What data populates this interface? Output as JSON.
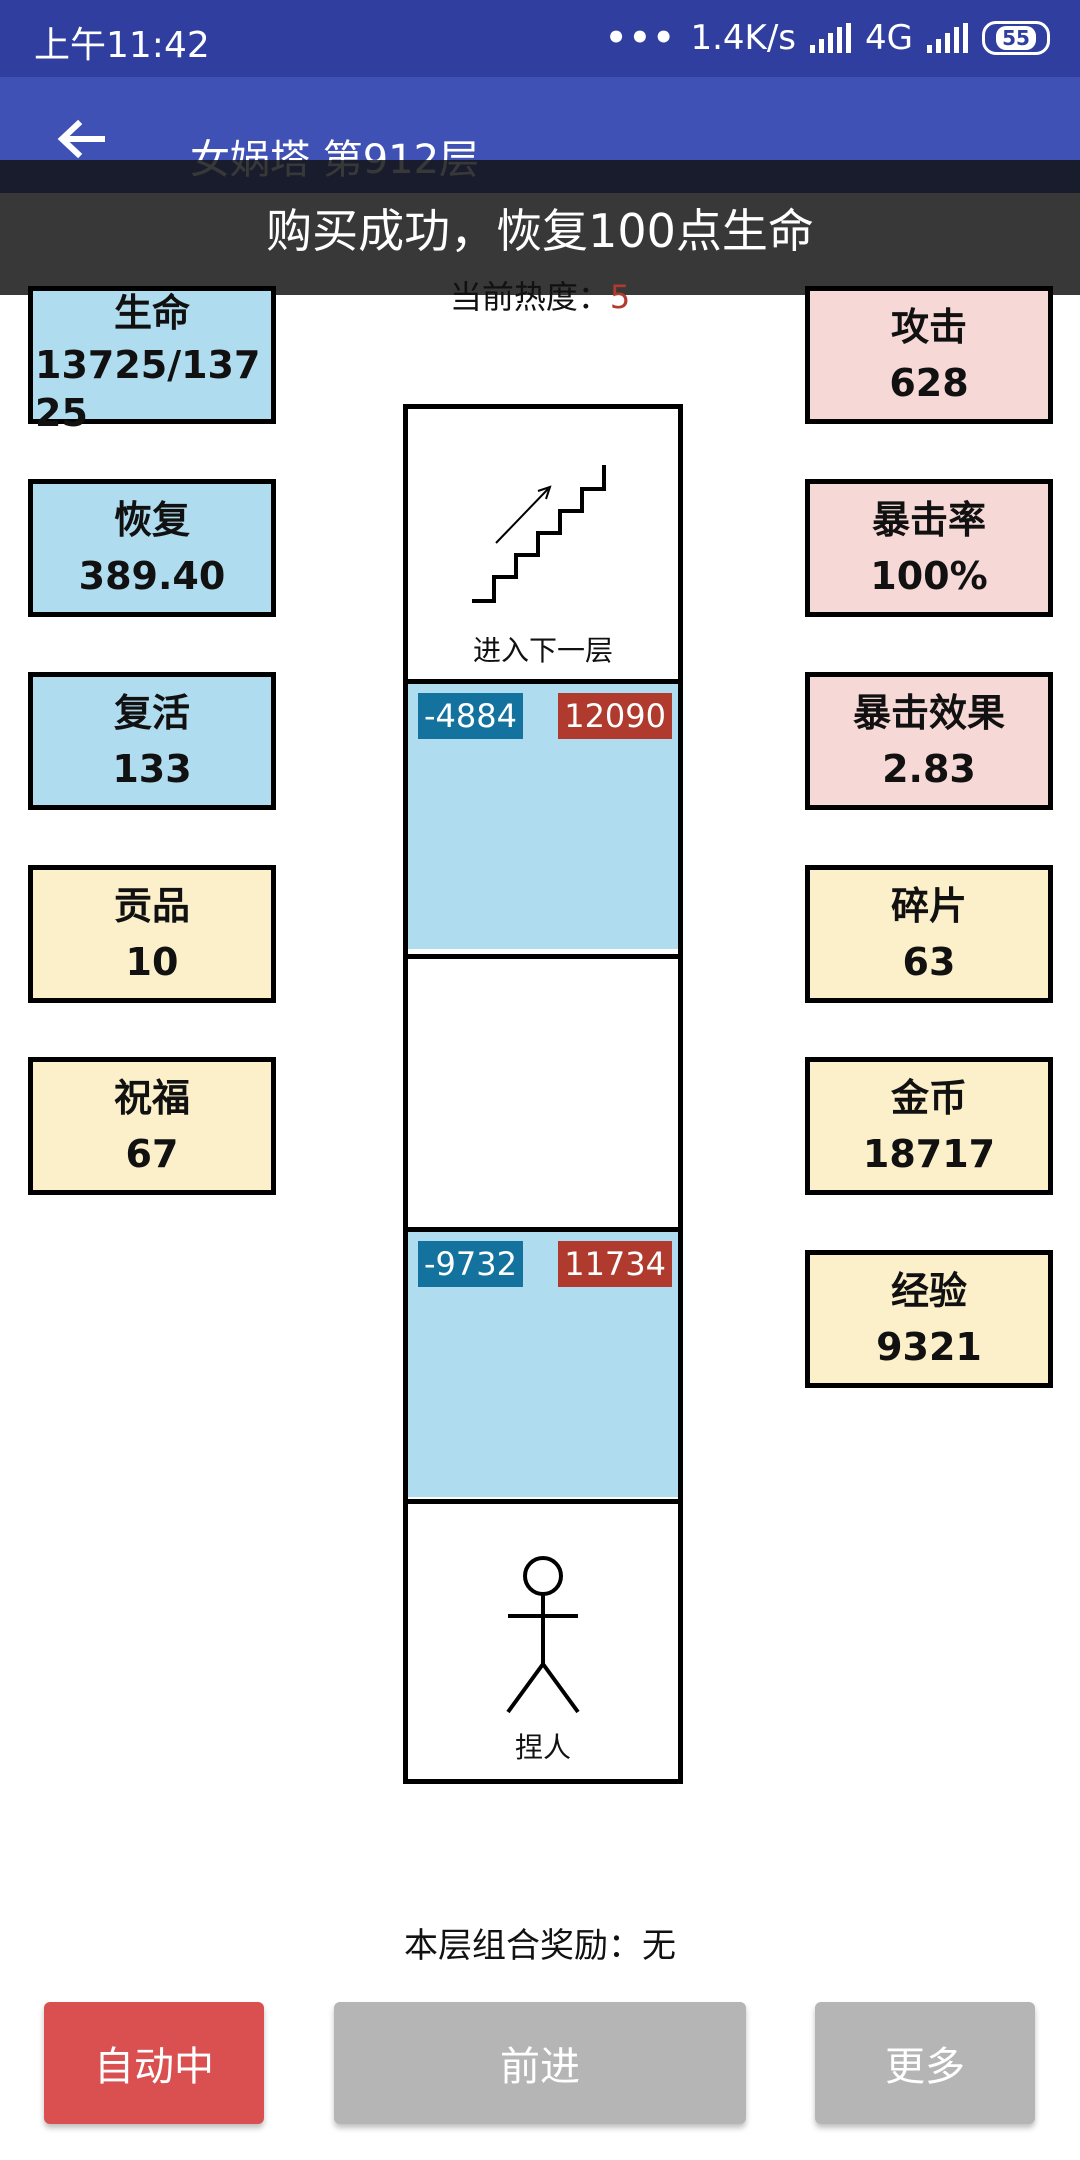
{
  "status": {
    "time": "上午11:42",
    "net_speed": "1.4K/s",
    "network": "4G",
    "battery": "55"
  },
  "header": {
    "title": "女娲塔 第912层"
  },
  "toast": {
    "message": "购买成功，恢复100点生命"
  },
  "heat": {
    "label": "当前热度：",
    "value": "5"
  },
  "stats_left": [
    {
      "label": "生命",
      "value": "13725/13725"
    },
    {
      "label": "恢复",
      "value": "389.40"
    },
    {
      "label": "复活",
      "value": "133"
    },
    {
      "label": "贡品",
      "value": "10"
    },
    {
      "label": "祝福",
      "value": "67"
    }
  ],
  "stats_right": [
    {
      "label": "攻击",
      "value": "628"
    },
    {
      "label": "暴击率",
      "value": "100%"
    },
    {
      "label": "暴击效果",
      "value": "2.83"
    },
    {
      "label": "碎片",
      "value": "63"
    },
    {
      "label": "金币",
      "value": "18717"
    },
    {
      "label": "经验",
      "value": "9321"
    }
  ],
  "tower": {
    "stairs_label": "进入下一层",
    "monster1": {
      "damage": "-4884",
      "hp": "12090"
    },
    "monster2": {
      "damage": "-9732",
      "hp": "11734"
    },
    "player_label": "捏人"
  },
  "reward": {
    "text": "本层组合奖励：无"
  },
  "buttons": {
    "auto": "自动中",
    "forward": "前进",
    "more": "更多"
  },
  "colors": {
    "status_bar": "#303F9F",
    "app_bar": "#3F51B5",
    "stat_blue": "#B0DCF0",
    "stat_pink": "#F6D8D6",
    "stat_yellow": "#FCF0CB",
    "damage_tag": "#13739E",
    "hp_tag": "#B03A2E",
    "auto_button": "#DA5050",
    "disabled_button": "#B5B5B5"
  }
}
